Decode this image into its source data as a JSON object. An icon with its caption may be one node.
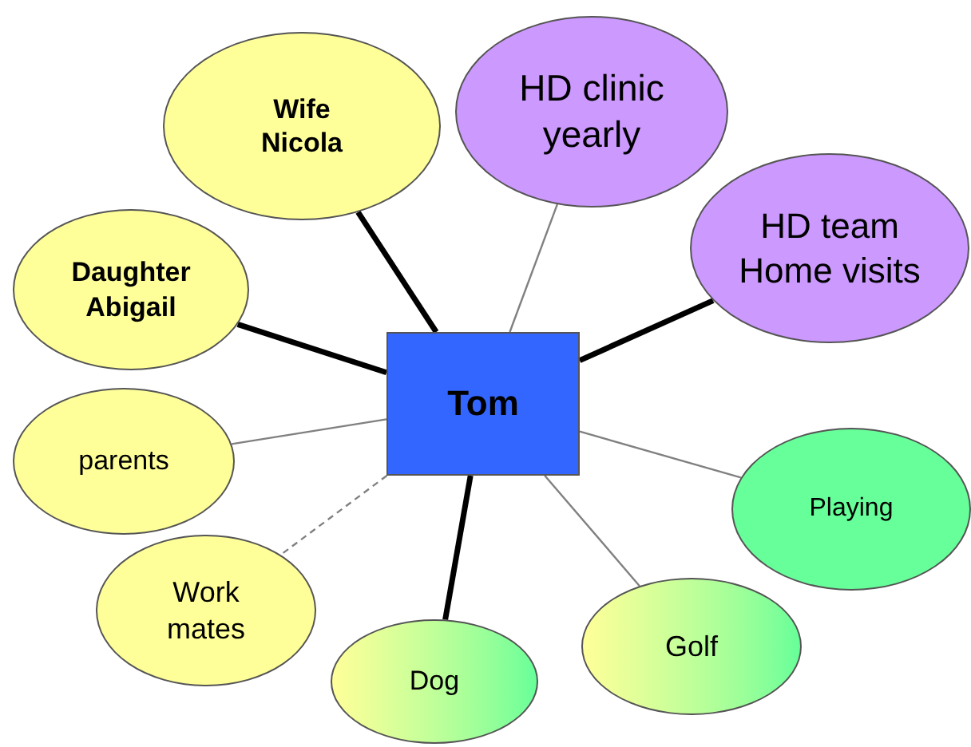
{
  "diagram": {
    "nodes": [
      {
        "text": [
          "Wife Nicola"
        ]
      },
      {
        "text": [
          "HD clinic yearly"
        ]
      },
      {
        "text": [
          "HD team Home visits"
        ]
      },
      {
        "text": [
          "Daughter Abigail"
        ]
      },
      {
        "text": [
          "Tom"
        ]
      },
      {
        "text": [
          "parents"
        ]
      },
      {
        "text": [
          "Playing"
        ]
      },
      {
        "text": [
          "Work mates"
        ]
      },
      {
        "text": [
          "Golf"
        ]
      },
      {
        "text": [
          "Dog"
        ]
      }
    ],
    "edges": [
      {
        "from": 4,
        "to": 0,
        "arrow": "none",
        "style": "thick",
        "color": "#000000"
      },
      {
        "from": 4,
        "to": 1,
        "arrow": "none"
      },
      {
        "from": 4,
        "to": 2,
        "arrow": "none",
        "style": "thick",
        "color": "#000000"
      },
      {
        "from": 4,
        "to": 3,
        "arrow": "none",
        "style": "thick",
        "color": "#000000"
      },
      {
        "from": 4,
        "to": 5,
        "arrow": "none"
      },
      {
        "from": 4,
        "to": 6,
        "arrow": "none"
      },
      {
        "from": 4,
        "to": 7,
        "arrow": "none",
        "style": "dashed"
      },
      {
        "from": 4,
        "to": 8,
        "arrow": "none"
      },
      {
        "from": 4,
        "to": 9,
        "arrow": "none",
        "style": "thick",
        "color": "#000000"
      }
    ]
  }
}
